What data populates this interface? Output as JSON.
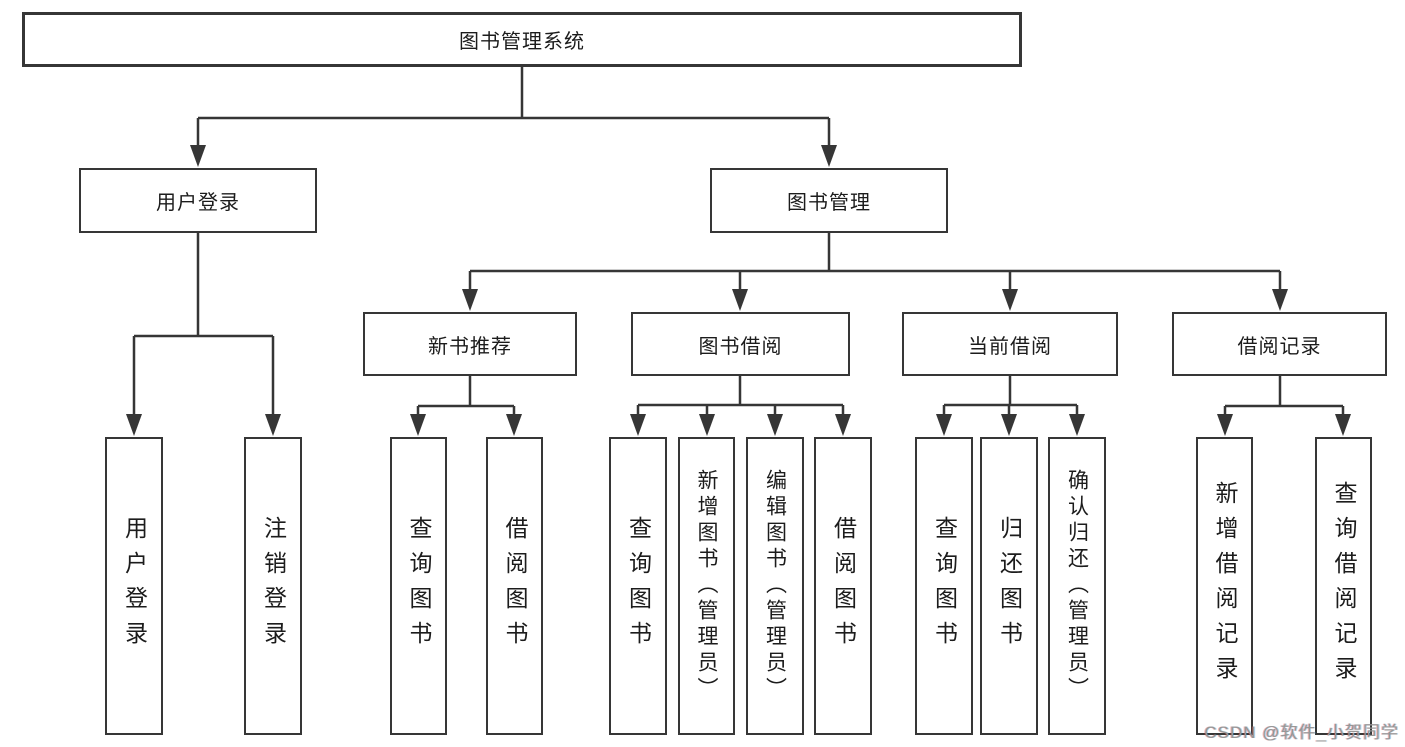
{
  "tree": {
    "label": "图书管理系统",
    "children": [
      {
        "label": "用户登录",
        "children": [
          {
            "label": "用户登录"
          },
          {
            "label": "注销登录"
          }
        ]
      },
      {
        "label": "图书管理",
        "children": [
          {
            "label": "新书推荐",
            "children": [
              {
                "label": "查询图书"
              },
              {
                "label": "借阅图书"
              }
            ]
          },
          {
            "label": "图书借阅",
            "children": [
              {
                "label": "查询图书"
              },
              {
                "label": "新增图书（管理员）"
              },
              {
                "label": "编辑图书（管理员）"
              },
              {
                "label": "借阅图书"
              }
            ]
          },
          {
            "label": "当前借阅",
            "children": [
              {
                "label": "查询图书"
              },
              {
                "label": "归还图书"
              },
              {
                "label": "确认归还（管理员）"
              }
            ]
          },
          {
            "label": "借阅记录",
            "children": [
              {
                "label": "新增借阅记录"
              },
              {
                "label": "查询借阅记录"
              }
            ]
          }
        ]
      }
    ]
  },
  "watermark": "CSDN @软件_小贺同学",
  "colors": {
    "line": "#363636",
    "box_border": "#363636",
    "text": "#1c1c1c",
    "watermark": "#979797",
    "background": "#ffffff"
  }
}
